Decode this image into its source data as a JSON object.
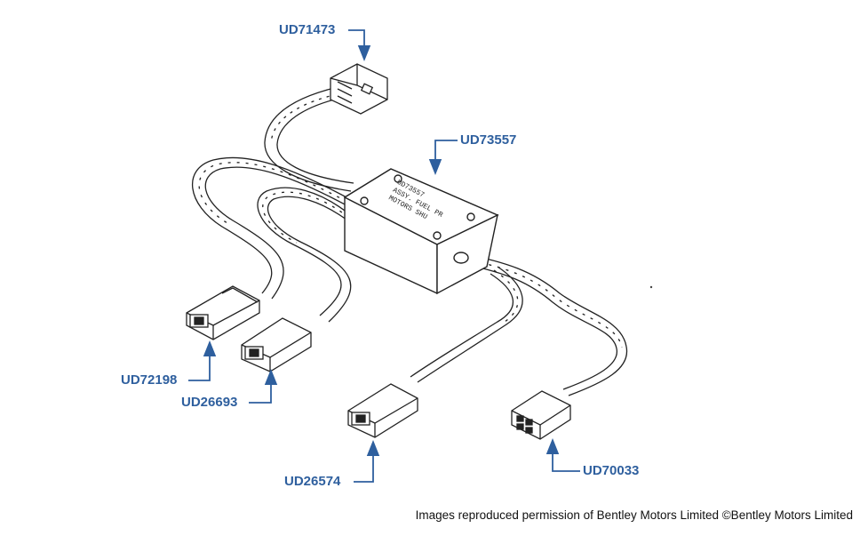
{
  "diagram": {
    "part_labels": {
      "top_connector": "UD71473",
      "module": "UD73557",
      "left_connector_a": "UD72198",
      "left_connector_b": "UD26693",
      "bottom_connector_a": "UD26574",
      "bottom_connector_b": "UD70033"
    },
    "module_text": [
      "UD73557",
      "ASSY. FUEL PR",
      "MOTORS SHU"
    ],
    "accent_color": "#2e5f9e",
    "line_color": "#222222"
  },
  "footer": {
    "credit": "Images reproduced permission of Bentley Motors Limited ©Bentley Motors Limited"
  }
}
